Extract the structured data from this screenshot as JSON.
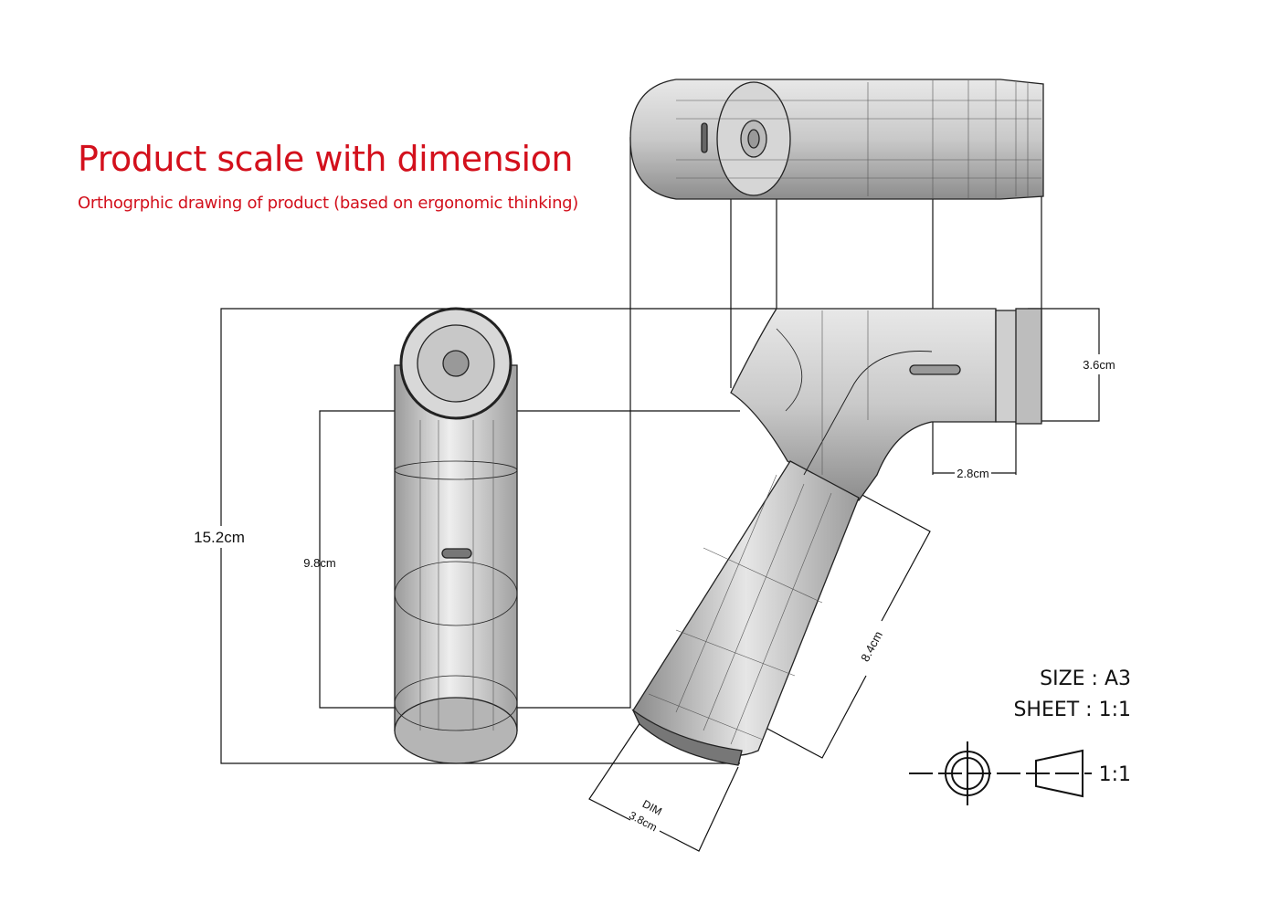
{
  "header": {
    "title": "Product scale with dimension",
    "subtitle": "Orthogrphic drawing of product (based on ergonomic thinking)"
  },
  "dimensions": {
    "overall_height": "15.2cm",
    "grip_height": "9.8cm",
    "head_diameter": "3.6cm",
    "head_depth": "2.8cm",
    "handle_length": "8.4cm",
    "base_dim_label": "DIM",
    "base_diameter": "3.8cm"
  },
  "title_block": {
    "size": "SIZE : A3",
    "sheet": "SHEET : 1:1",
    "projection_scale": "1:1"
  }
}
